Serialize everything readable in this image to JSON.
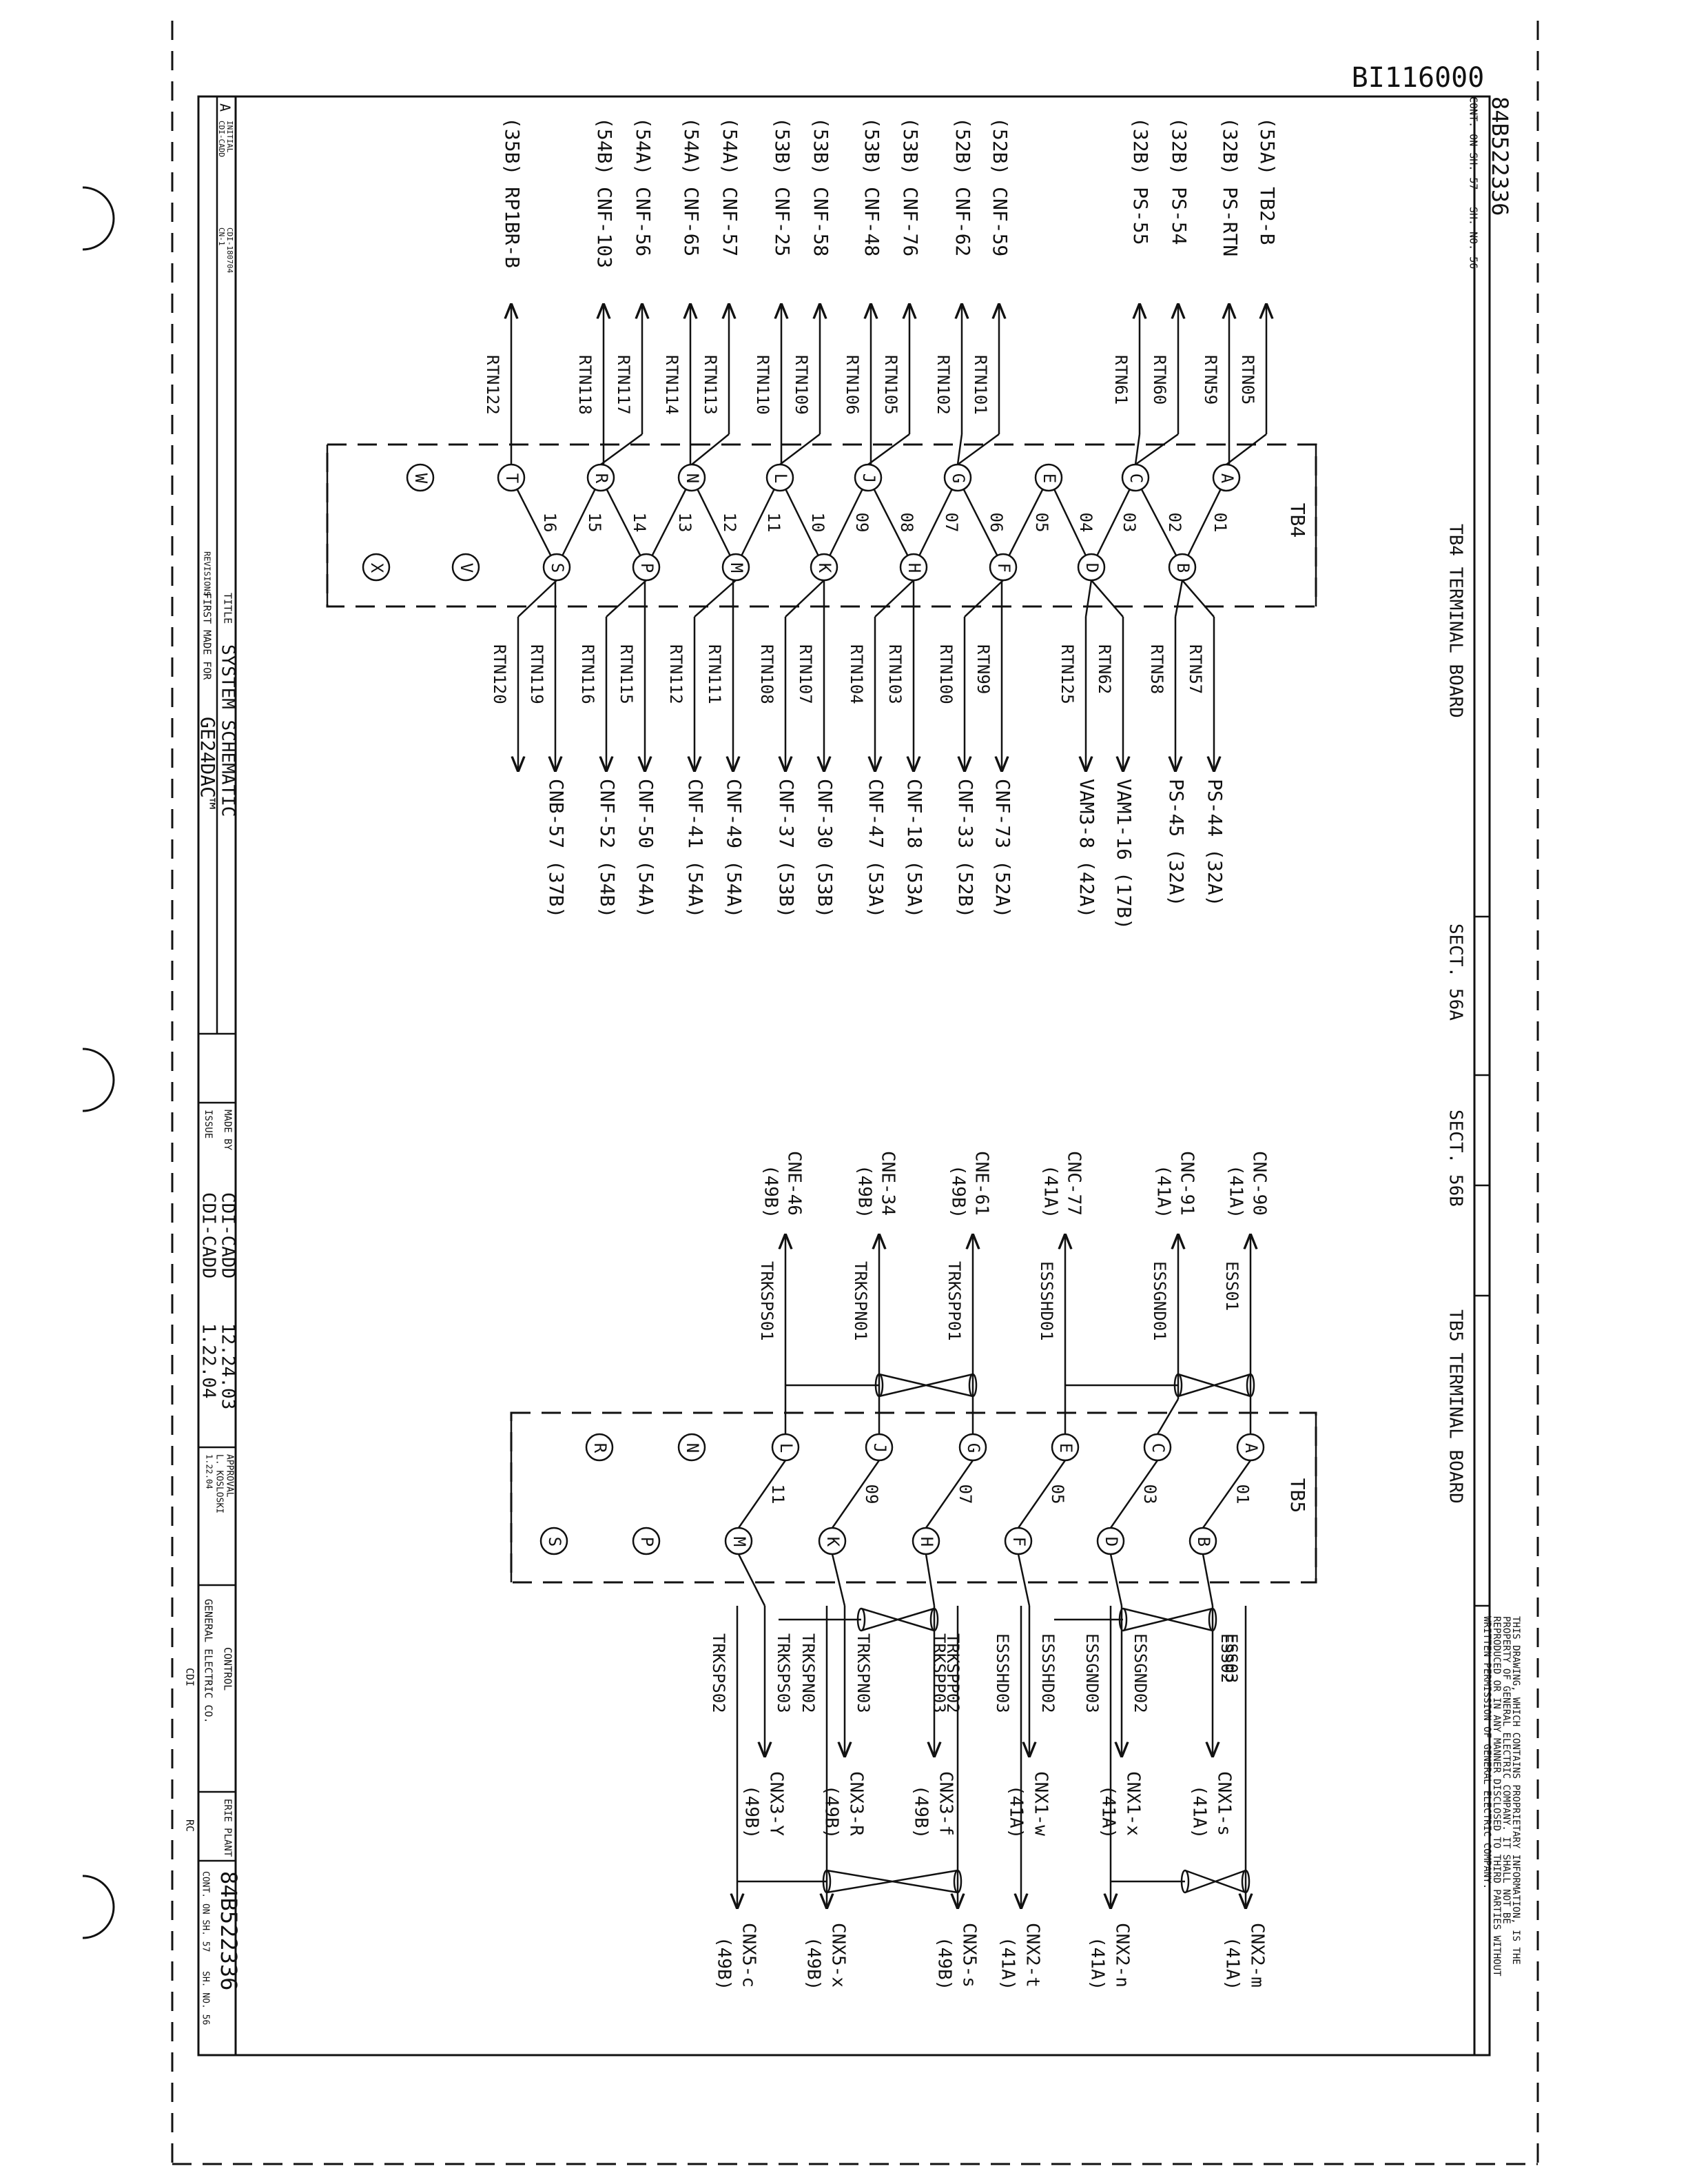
{
  "drawing_id": "BI116000",
  "drawing_number": "84B522336",
  "cont_on_sh": "CONT. ON SH. 57",
  "sh_no": "SH. NO. 56",
  "header": {
    "sect_56a": "SECT. 56A",
    "sect_56b": "SECT. 56B",
    "tb4_title": "TB4 TERMINAL BOARD",
    "tb5_title": "TB5 TERMINAL BOARD",
    "proprietary": "THIS DRAWING, WHICH CONTAINS PROPRIETARY INFORMATION, IS THE PROPERTY OF GENERAL ELECTRIC COMPANY. IT SHALL NOT BE REPRODUCED OR IN ANY MANNER DISCLOSED TO THIRD PARTIES WITHOUT WRITTEN PERMISSION OF GENERAL ELECTRIC COMPANY."
  },
  "tb4": {
    "label": "TB4",
    "left": [
      {
        "term": "A",
        "sig": "RTN05",
        "dest": "(55A) TB2-B"
      },
      {
        "term": "A",
        "sig": "RTN59",
        "dest": "(32B) PS-RTN"
      },
      {
        "term": "C",
        "sig": "RTN60",
        "dest": "(32B) PS-54"
      },
      {
        "term": "C",
        "sig": "RTN61",
        "dest": "(32B) PS-55"
      },
      {
        "term": "G",
        "sig": "RTN101",
        "dest": "(52B) CNF-59"
      },
      {
        "term": "G",
        "sig": "RTN102",
        "dest": "(52B) CNF-62"
      },
      {
        "term": "J",
        "sig": "RTN105",
        "dest": "(53B) CNF-76"
      },
      {
        "term": "J",
        "sig": "RTN106",
        "dest": "(53B) CNF-48"
      },
      {
        "term": "L",
        "sig": "RTN109",
        "dest": "(53B) CNF-58"
      },
      {
        "term": "L",
        "sig": "RTN110",
        "dest": "(53B) CNF-25"
      },
      {
        "term": "N",
        "sig": "RTN113",
        "dest": "(54A) CNF-57"
      },
      {
        "term": "N",
        "sig": "RTN114",
        "dest": "(54A) CNF-65"
      },
      {
        "term": "R",
        "sig": "RTN117",
        "dest": "(54A) CNF-56"
      },
      {
        "term": "R",
        "sig": "RTN118",
        "dest": "(54B) CNF-103"
      },
      {
        "term": "T",
        "sig": "RTN122",
        "dest": "(35B) RP1BR-B"
      }
    ],
    "right": [
      {
        "term": "B",
        "sig": "RTN57",
        "dest": "PS-44 (32A)"
      },
      {
        "term": "B",
        "sig": "RTN58",
        "dest": "PS-45 (32A)"
      },
      {
        "term": "D",
        "sig": "RTN62",
        "dest": "VAM1-16 (17B)"
      },
      {
        "term": "D",
        "sig": "RTN125",
        "dest": "VAM3-8 (42A)"
      },
      {
        "term": "F",
        "sig": "RTN99",
        "dest": "CNF-73 (52A)"
      },
      {
        "term": "F",
        "sig": "RTN100",
        "dest": "CNF-33 (52B)"
      },
      {
        "term": "H",
        "sig": "RTN103",
        "dest": "CNF-18 (53A)"
      },
      {
        "term": "H",
        "sig": "RTN104",
        "dest": "CNF-47 (53A)"
      },
      {
        "term": "K",
        "sig": "RTN107",
        "dest": "CNF-30 (53B)"
      },
      {
        "term": "K",
        "sig": "RTN108",
        "dest": "CNF-37 (53B)"
      },
      {
        "term": "M",
        "sig": "RTN111",
        "dest": "CNF-49 (54A)"
      },
      {
        "term": "M",
        "sig": "RTN112",
        "dest": "CNF-41 (54A)"
      },
      {
        "term": "P",
        "sig": "RTN115",
        "dest": "CNF-50 (54A)"
      },
      {
        "term": "P",
        "sig": "RTN116",
        "dest": "CNF-52 (54B)"
      },
      {
        "term": "S",
        "sig": "RTN119",
        "dest": "CNB-57 (37B)"
      },
      {
        "term": "S",
        "sig": "RTN120",
        "dest": ""
      }
    ],
    "row1": [
      "A",
      "C",
      "E",
      "G",
      "J",
      "L",
      "N",
      "R",
      "T",
      "W"
    ],
    "row2": [
      "B",
      "D",
      "F",
      "H",
      "K",
      "M",
      "P",
      "S",
      "V",
      "X"
    ],
    "links": [
      "01",
      "02",
      "03",
      "04",
      "05",
      "06",
      "07",
      "08",
      "09",
      "10",
      "11",
      "12",
      "13",
      "14",
      "15",
      "16"
    ]
  },
  "tb5": {
    "label": "TB5",
    "left": [
      {
        "term": "A",
        "sig": "ESS01",
        "dest": "CNC-90",
        "sheet": "(41A)"
      },
      {
        "term": "C",
        "sig": "ESSGND01",
        "dest": "CNC-91",
        "sheet": "(41A)"
      },
      {
        "term": "E",
        "sig": "ESSSHD01",
        "dest": "CNC-77",
        "sheet": "(41A)"
      },
      {
        "term": "G",
        "sig": "TRKSPP01",
        "dest": "CNE-61",
        "sheet": "(49B)"
      },
      {
        "term": "J",
        "sig": "TRKSPN01",
        "dest": "CNE-34",
        "sheet": "(49B)"
      },
      {
        "term": "L",
        "sig": "TRKSPS01",
        "dest": "CNE-46",
        "sheet": "(49B)"
      }
    ],
    "right": [
      {
        "term": "B",
        "sig": "ESS03",
        "sig2": "ESS02",
        "dest": "CNX1-s",
        "sheet": "(41A)",
        "dest2": "CNX2-m",
        "sheet2": "(41A)"
      },
      {
        "term": "D",
        "sig": "ESSGND02",
        "sig2": "ESSGND03",
        "dest": "CNX1-x",
        "sheet": "(41A)",
        "dest2": "CNX2-n",
        "sheet2": "(41A)"
      },
      {
        "term": "F",
        "sig": "ESSSHD02",
        "sig2": "ESSSHD03",
        "dest": "CNX1-w",
        "sheet": "(41A)",
        "dest2": "CNX2-t",
        "sheet2": "(41A)"
      },
      {
        "term": "H",
        "sig": "TRKSPP02",
        "sig2": "TRKSPP03",
        "dest": "CNX3-f",
        "sheet": "(49B)",
        "dest2": "CNX5-s",
        "sheet2": "(49B)"
      },
      {
        "term": "K",
        "sig": "TRKSPN03",
        "sig2": "TRKSPN02",
        "dest": "CNX3-R",
        "sheet": "(49B)",
        "dest2": "CNX5-x",
        "sheet2": "(49B)"
      },
      {
        "term": "M",
        "sig": "TRKSPS03",
        "sig2": "TRKSPS02",
        "dest": "CNX3-Y",
        "sheet": "(49B)",
        "dest2": "CNX5-c",
        "sheet2": "(49B)"
      }
    ],
    "row1": [
      "A",
      "C",
      "E",
      "G",
      "J",
      "L",
      "N",
      "R"
    ],
    "row2": [
      "B",
      "D",
      "F",
      "H",
      "K",
      "M",
      "P",
      "S"
    ],
    "links": [
      "01",
      "03",
      "05",
      "07",
      "09",
      "11"
    ]
  },
  "title_block": {
    "title_label": "TITLE",
    "title": "SYSTEM SCHEMATIC",
    "first_made_label": "FIRST MADE FOR",
    "first_made": "GE24DAC™",
    "revisions": "REVISIONS",
    "rev_letter": "A",
    "rev_note1": "INITIAL",
    "rev_note2": "CDI-CADD",
    "rev_date1": "CDI-180704",
    "rev_date2": "CN-1",
    "made_by_label": "MADE BY",
    "made_by": "CDI-CADD",
    "made_date": "12.24.03",
    "issue_label": "ISSUE",
    "issue": "CDI-CADD",
    "issue_date": "1.22.04",
    "approval_label": "APPROVAL",
    "approval": "L. KOSLOSKI",
    "approval_date": "1.22.04",
    "control_label": "CONTROL",
    "company": "GENERAL ELECTRIC CO.",
    "cdi": "CDI",
    "erie_plant": "ERIE PLANT",
    "rc": "RC"
  }
}
